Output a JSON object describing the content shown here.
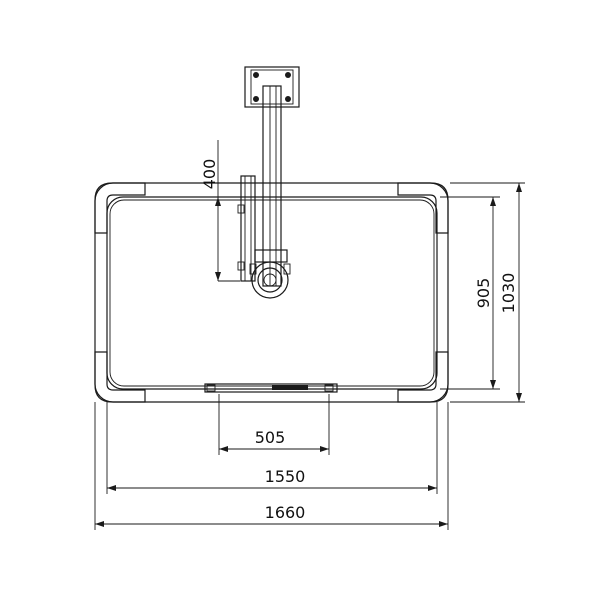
{
  "drawing": {
    "dimensions": {
      "arm_reach": "400",
      "inner_depth": "905",
      "outer_depth": "1030",
      "rail_width": "505",
      "inner_width": "1550",
      "outer_width": "1660"
    },
    "colors": {
      "line": "#1a1a1a",
      "background": "#ffffff"
    }
  }
}
